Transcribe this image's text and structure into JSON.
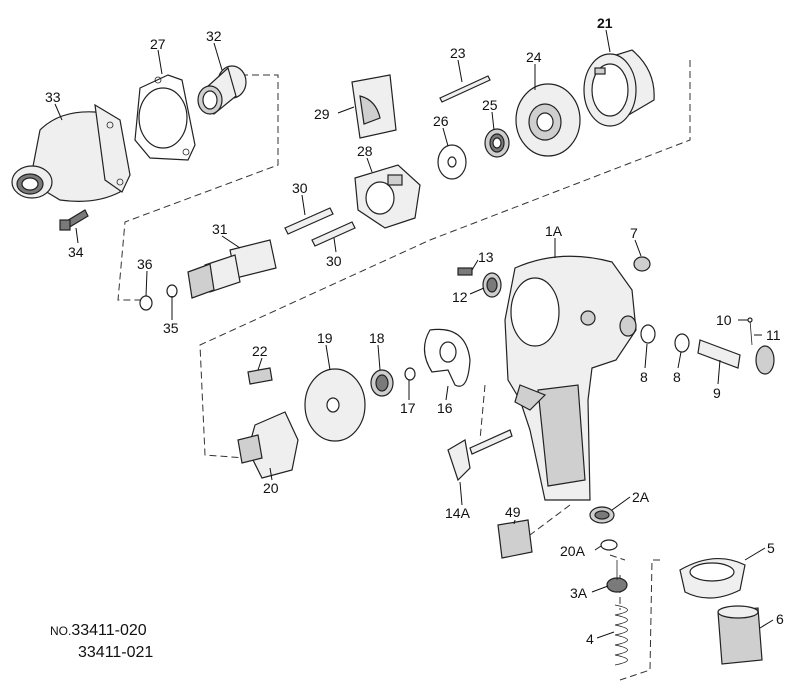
{
  "parts": {
    "p33": "33",
    "p27": "27",
    "p32": "32",
    "p23": "23",
    "p24": "24",
    "p21": "21",
    "p29": "29",
    "p25": "25",
    "p26": "26",
    "p28": "28",
    "p30a": "30",
    "p30b": "30",
    "p31": "31",
    "p34": "34",
    "p36": "36",
    "p35": "35",
    "p13": "13",
    "p1A": "1A",
    "p7": "7",
    "p12": "12",
    "p10": "10",
    "p11": "11",
    "p22": "22",
    "p19": "19",
    "p18": "18",
    "p17": "17",
    "p16": "16",
    "p8a": "8",
    "p8b": "8",
    "p9": "9",
    "p20": "20",
    "p14A": "14A",
    "p49": "49",
    "p2A": "2A",
    "p20A": "20A",
    "p5": "5",
    "p3A": "3A",
    "p6": "6",
    "p4": "4"
  },
  "model_numbers": {
    "prefix": "NO.",
    "first": "33411-020",
    "second": "33411-021"
  }
}
